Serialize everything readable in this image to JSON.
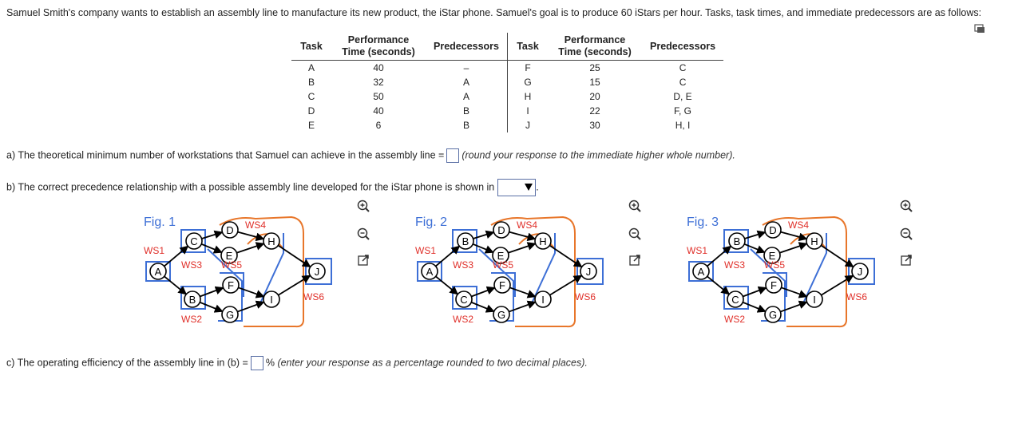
{
  "intro": "Samuel Smith's company wants to establish an assembly line to manufacture its new product, the iStar phone. Samuel's goal is to produce 60 iStars per hour. Tasks, task times, and immediate predecessors are as follows:",
  "table": {
    "headers": {
      "task": "Task",
      "perf_line1": "Performance",
      "perf_line2": "Time (seconds)",
      "pred": "Predecessors"
    },
    "left_rows": [
      {
        "task": "A",
        "time": "40",
        "pred": "–"
      },
      {
        "task": "B",
        "time": "32",
        "pred": "A"
      },
      {
        "task": "C",
        "time": "50",
        "pred": "A"
      },
      {
        "task": "D",
        "time": "40",
        "pred": "B"
      },
      {
        "task": "E",
        "time": "6",
        "pred": "B"
      }
    ],
    "right_rows": [
      {
        "task": "F",
        "time": "25",
        "pred": "C"
      },
      {
        "task": "G",
        "time": "15",
        "pred": "C"
      },
      {
        "task": "H",
        "time": "20",
        "pred": "D, E"
      },
      {
        "task": "I",
        "time": "22",
        "pred": "F, G"
      },
      {
        "task": "J",
        "time": "30",
        "pred": "H, I"
      }
    ]
  },
  "qa": {
    "text": "a) The theoretical minimum number of workstations that Samuel can achieve in the assembly line =",
    "hint": "(round your response to the immediate higher whole number)."
  },
  "qb": {
    "text": "b) The correct precedence relationship with a possible assembly line developed for the iStar phone is shown in",
    "end": "."
  },
  "qc": {
    "text": "c) The operating efficiency of the assembly line in (b) =",
    "pct": "%",
    "hint": "(enter your response as a percentage rounded to two decimal places)."
  },
  "figures": [
    {
      "title": "Fig. 1",
      "top": "C",
      "bottom": "B",
      "ws": [
        "WS1",
        "WS2",
        "WS3",
        "WS4",
        "WS5",
        "WS6"
      ]
    },
    {
      "title": "Fig. 2",
      "top": "B",
      "bottom": "C",
      "ws": [
        "WS1",
        "WS2",
        "WS3",
        "WS4",
        "WS5",
        "WS6"
      ]
    },
    {
      "title": "Fig. 3",
      "top": "B",
      "bottom": "C",
      "ws": [
        "WS1",
        "WS2",
        "WS3",
        "WS4",
        "WS5",
        "WS6"
      ]
    }
  ],
  "colors": {
    "ws_label": "#e0302a",
    "blue": "#3d6fd6",
    "orange": "#e8762a"
  }
}
